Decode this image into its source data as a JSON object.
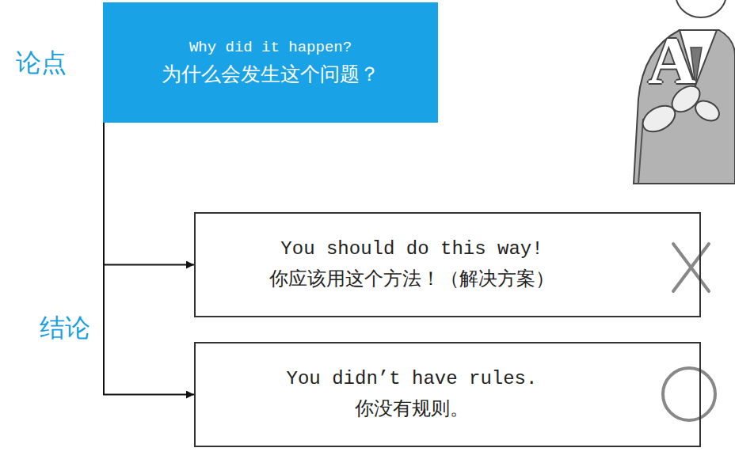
{
  "diagram": {
    "nodes": [
      {
        "text": [
          "Why did it happen?",
          "为什么会发生这个问题？"
        ]
      },
      {
        "text": [
          "You should do this way!",
          "你应该用这个方法！（解决方案）"
        ]
      },
      {
        "text": [
          "You didn’t have rules.",
          "你没有规则。"
        ]
      }
    ],
    "edges": [
      {
        "from": 0,
        "to": 1,
        "arrow": "to"
      },
      {
        "from": 0,
        "to": 2,
        "arrow": "to"
      }
    ],
    "labels": [
      "论点",
      "结论",
      "A"
    ]
  }
}
